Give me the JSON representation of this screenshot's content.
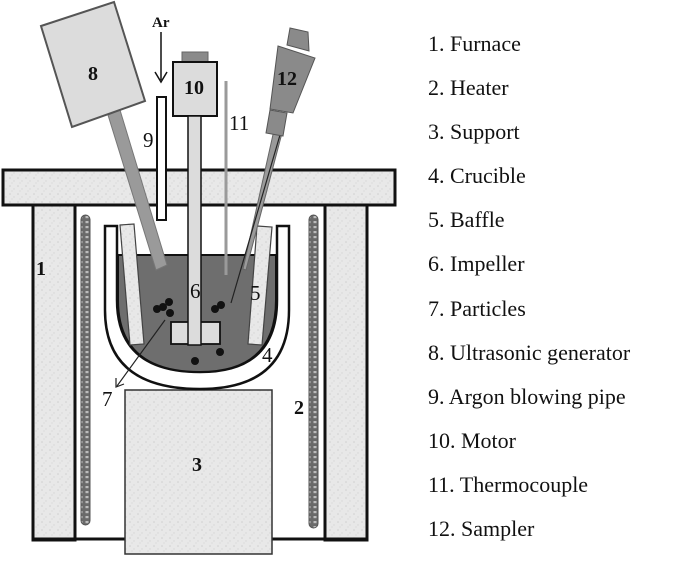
{
  "diagram": {
    "title": "Ultrasonic-assisted stirring casting apparatus",
    "gas_label": "Ar",
    "callouts": {
      "furnace": "1",
      "heater": "2",
      "support": "3",
      "crucible": "4",
      "baffle": "5",
      "impeller": "6",
      "particles": "7",
      "ultrasonic_generator": "8",
      "argon_pipe": "9",
      "motor": "10",
      "thermocouple": "11",
      "sampler": "12"
    },
    "colors": {
      "outline": "#111111",
      "insulation": "#e6e6e6",
      "melt": "#6e6e6e",
      "component_light": "#dcdcdc",
      "component_dark": "#8a8a8a"
    }
  },
  "legend": {
    "items": [
      {
        "label": "1. Furnace"
      },
      {
        "label": "2. Heater"
      },
      {
        "label": "3. Support"
      },
      {
        "label": "4. Crucible"
      },
      {
        "label": "5. Baffle"
      },
      {
        "label": "6. Impeller"
      },
      {
        "label": "7. Particles"
      },
      {
        "label": "8. Ultrasonic generator"
      },
      {
        "label": "9. Argon blowing pipe"
      },
      {
        "label": "10. Motor"
      },
      {
        "label": "11. Thermocouple"
      },
      {
        "label": "12. Sampler"
      }
    ]
  }
}
